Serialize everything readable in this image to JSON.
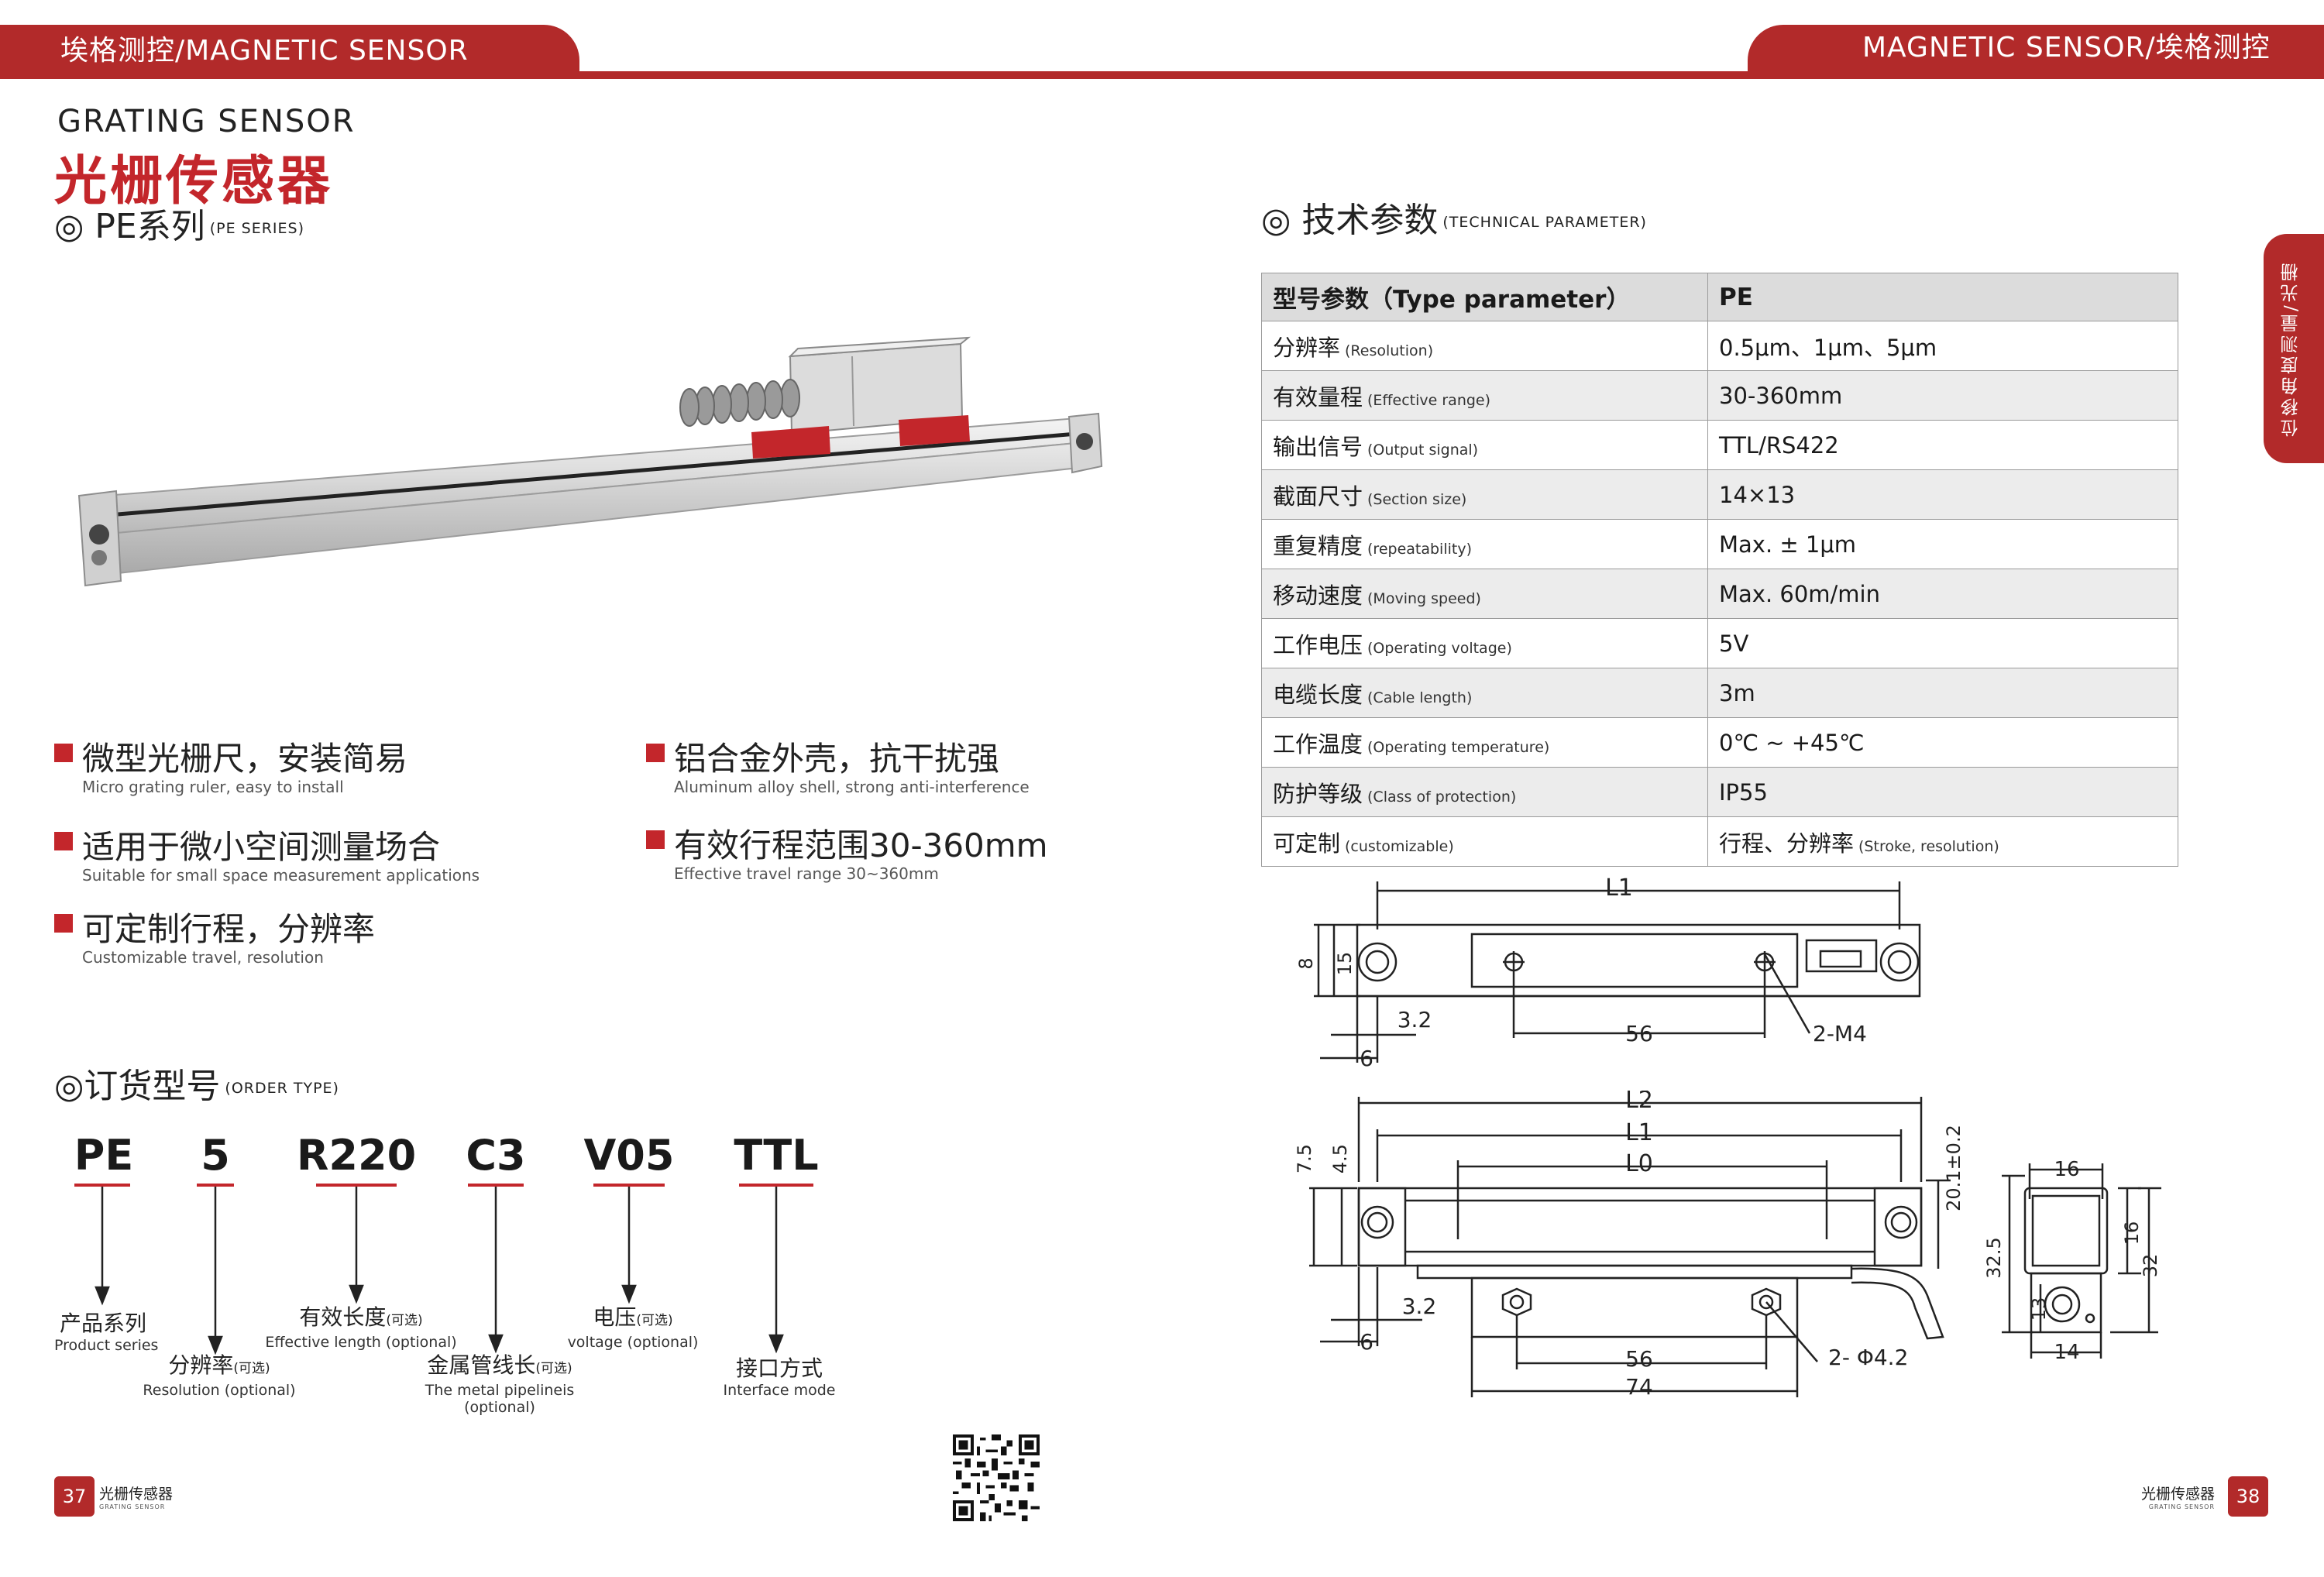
{
  "header": {
    "left_title": "埃格测控/MAGNETIC SENSOR",
    "right_title": "MAGNETIC SENSOR/埃格测控"
  },
  "left_page": {
    "heading_en": "GRATING SENSOR",
    "heading_cn": "光栅传感器",
    "series_title": "◎ PE系列",
    "series_sub": "(PE SERIES)",
    "features": [
      {
        "cn": "微型光栅尺，安装简易",
        "en": "Micro grating ruler, easy to install"
      },
      {
        "cn": "铝合金外壳，抗干扰强",
        "en": "Aluminum alloy shell, strong anti-interference"
      },
      {
        "cn": "适用于微小空间测量场合",
        "en": "Suitable for small space measurement applications"
      },
      {
        "cn": "有效行程范围30-360mm",
        "en": "Effective travel range 30~360mm"
      },
      {
        "cn": "可定制行程，分辨率",
        "en": "Customizable travel, resolution"
      }
    ],
    "order": {
      "title": "◎订货型号",
      "title_sub": "(ORDER TYPE)",
      "codes": [
        "PE",
        "5",
        "R220",
        "C3",
        "V05",
        "TTL"
      ],
      "labels": [
        {
          "cn": "产品系列",
          "opt": "",
          "en": "Product series"
        },
        {
          "cn": "分辨率",
          "opt": "(可选)",
          "en": "Resolution (optional)"
        },
        {
          "cn": "有效长度",
          "opt": "(可选)",
          "en": "Effective length (optional)"
        },
        {
          "cn": "金属管线长",
          "opt": "(可选)",
          "en": "The metal pipelineis",
          "en2": "(optional)"
        },
        {
          "cn": "电压",
          "opt": "(可选)",
          "en": "voltage (optional)"
        },
        {
          "cn": "接口方式",
          "opt": "",
          "en": "Interface mode"
        }
      ]
    },
    "page_number": "37",
    "footer_cn": "光栅传感器",
    "footer_en": "GRATING SENSOR"
  },
  "right_page": {
    "tech_title": "◎ 技术参数",
    "tech_sub": "(TECHNICAL PARAMETER)",
    "side_tab": "位移角度测量/光栅",
    "table": {
      "header": {
        "param": "型号参数（Type parameter）",
        "value": "PE"
      },
      "rows": [
        {
          "cn": "分辨率",
          "en": "(Resolution)",
          "value": "0.5μm、1μm、5μm"
        },
        {
          "cn": "有效量程",
          "en": "(Effective range)",
          "value": "30-360mm"
        },
        {
          "cn": "输出信号",
          "en": "(Output signal)",
          "value": "TTL/RS422"
        },
        {
          "cn": "截面尺寸",
          "en": "(Section size)",
          "value": "14×13"
        },
        {
          "cn": "重复精度",
          "en": "(repeatability)",
          "value": "Max. ± 1μm"
        },
        {
          "cn": "移动速度",
          "en": "(Moving speed)",
          "value": "Max. 60m/min"
        },
        {
          "cn": "工作电压",
          "en": "(Operating voltage)",
          "value": "5V"
        },
        {
          "cn": "电缆长度",
          "en": "(Cable length)",
          "value": "3m"
        },
        {
          "cn": "工作温度",
          "en": "(Operating temperature)",
          "value": "0℃ ~ +45℃"
        },
        {
          "cn": "防护等级",
          "en": "(Class of protection)",
          "value": "IP55"
        },
        {
          "cn": "可定制",
          "en": "(customizable)",
          "value": "行程、分辨率",
          "value_en": "(Stroke, resolution)"
        }
      ]
    },
    "drawing_labels": {
      "L1": "L1",
      "L2": "L2",
      "L0": "L0",
      "d8": "8",
      "d15": "15",
      "d3_2": "3.2",
      "d6": "6",
      "d56": "56",
      "m4": "2-M4",
      "d7_5": "7.5",
      "d4_5": "4.5",
      "d20_1": "20.1±0.2",
      "d74": "74",
      "phi": "2- Φ4.2",
      "d16a": "16",
      "d16b": "16",
      "d32_5": "32.5",
      "d32": "32",
      "d13": "13",
      "d14": "14"
    },
    "page_number": "38",
    "footer_cn": "光栅传感器",
    "footer_en": "GRATING SENSOR"
  }
}
